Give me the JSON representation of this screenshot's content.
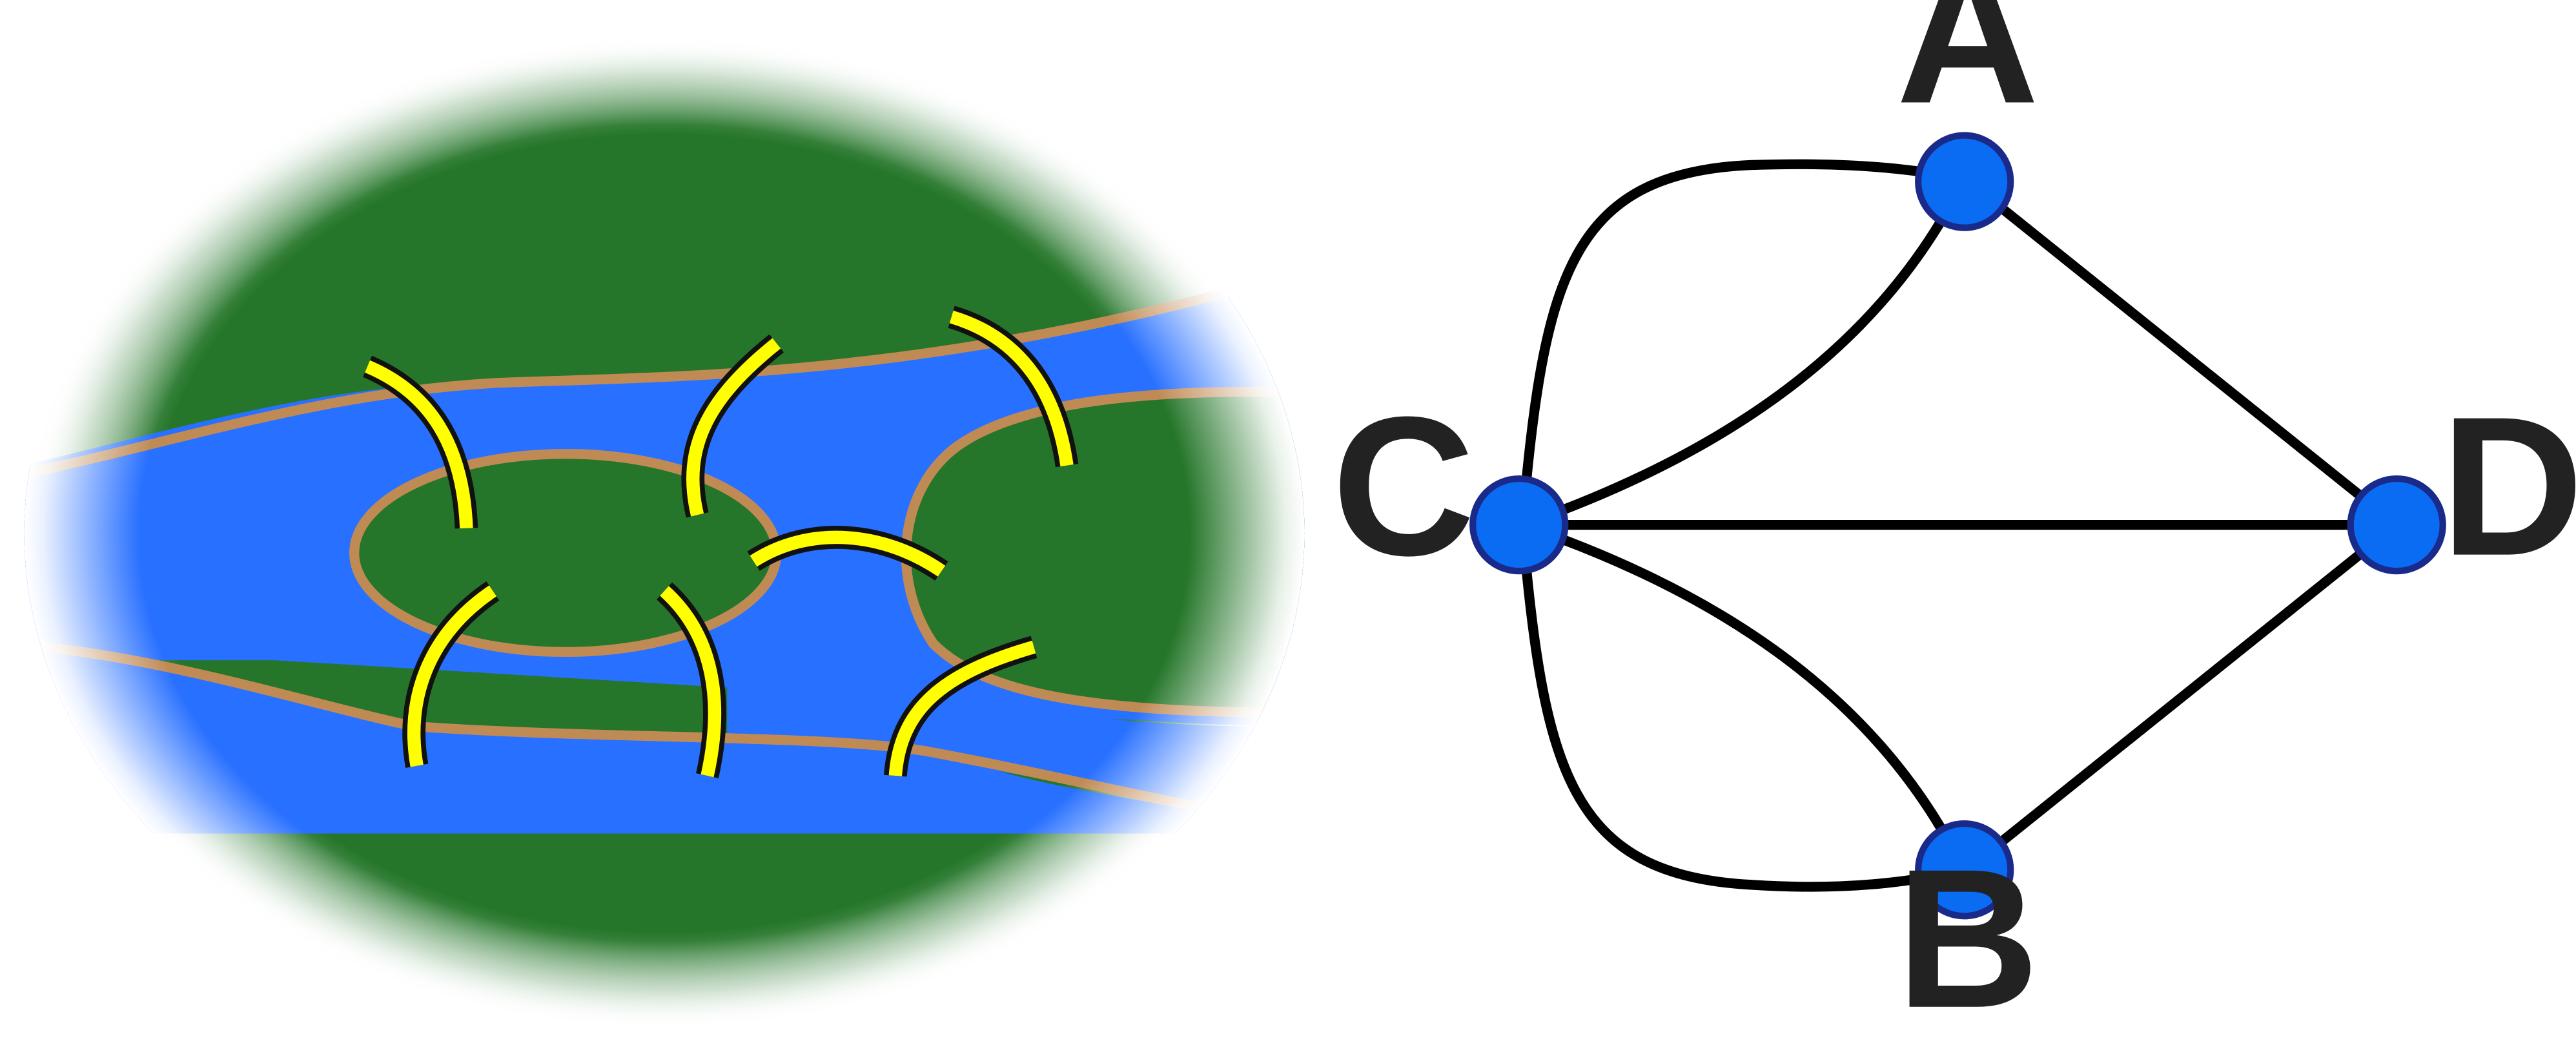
{
  "map": {
    "land_color": "#25762a",
    "river_color": "#2870ff",
    "bank_color": "#c08a55",
    "bridge_color": "#ffff00",
    "bridge_outline_color": "#111111",
    "bridges": [
      "bridge-1",
      "bridge-2",
      "bridge-3",
      "bridge-4",
      "bridge-5",
      "bridge-6",
      "bridge-7"
    ]
  },
  "graph": {
    "node_color": "#0a6cf2",
    "node_outline_color": "#1a2a8a",
    "edge_color": "#000000",
    "nodes": {
      "A": {
        "label": "A"
      },
      "B": {
        "label": "B"
      },
      "C": {
        "label": "C"
      },
      "D": {
        "label": "D"
      }
    },
    "edges": [
      [
        "C",
        "A"
      ],
      [
        "C",
        "A"
      ],
      [
        "C",
        "B"
      ],
      [
        "C",
        "B"
      ],
      [
        "C",
        "D"
      ],
      [
        "A",
        "D"
      ],
      [
        "B",
        "D"
      ]
    ]
  }
}
